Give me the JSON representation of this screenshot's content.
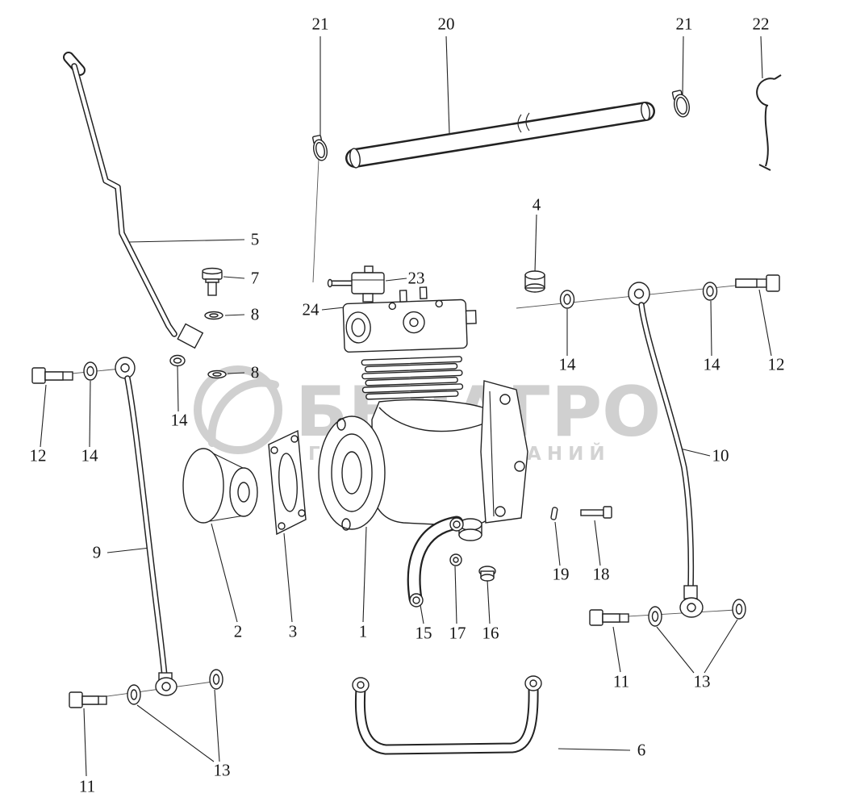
{
  "watermark": {
    "title": "БЕЛАГРО",
    "subtitle": "ГРУППА КОМПАНИЙ",
    "color": "#c8c8c8"
  },
  "callouts": [
    {
      "id": "hose-clamp-left",
      "label": "21"
    },
    {
      "id": "hose-20",
      "label": "20"
    },
    {
      "id": "hose-clamp-right",
      "label": "21"
    },
    {
      "id": "retainer-22",
      "label": "22"
    },
    {
      "id": "plug-4",
      "label": "4"
    },
    {
      "id": "pipe-5",
      "label": "5"
    },
    {
      "id": "bolt-7",
      "label": "7"
    },
    {
      "id": "washer-8-upper",
      "label": "8"
    },
    {
      "id": "valve-23",
      "label": "23"
    },
    {
      "id": "head-24",
      "label": "24"
    },
    {
      "id": "washer-8-lower",
      "label": "8"
    },
    {
      "id": "washer-14-center",
      "label": "14"
    },
    {
      "id": "washer-14-right",
      "label": "14"
    },
    {
      "id": "bolt-12-right",
      "label": "12"
    },
    {
      "id": "bolt-12-left",
      "label": "12"
    },
    {
      "id": "washer-14-left",
      "label": "14"
    },
    {
      "id": "washer-14-midleft",
      "label": "14"
    },
    {
      "id": "pipe-10",
      "label": "10"
    },
    {
      "id": "pipe-9",
      "label": "9"
    },
    {
      "id": "gear-2",
      "label": "2"
    },
    {
      "id": "gasket-3",
      "label": "3"
    },
    {
      "id": "compressor-1",
      "label": "1"
    },
    {
      "id": "bracket-15",
      "label": "15"
    },
    {
      "id": "washer-17",
      "label": "17"
    },
    {
      "id": "plug-16",
      "label": "16"
    },
    {
      "id": "pin-19",
      "label": "19"
    },
    {
      "id": "bolt-18",
      "label": "18"
    },
    {
      "id": "bolt-11-right",
      "label": "11"
    },
    {
      "id": "washers-13-right",
      "label": "13"
    },
    {
      "id": "pipe-6",
      "label": "6"
    },
    {
      "id": "bolt-11-left",
      "label": "11"
    },
    {
      "id": "washers-13-left",
      "label": "13"
    }
  ]
}
